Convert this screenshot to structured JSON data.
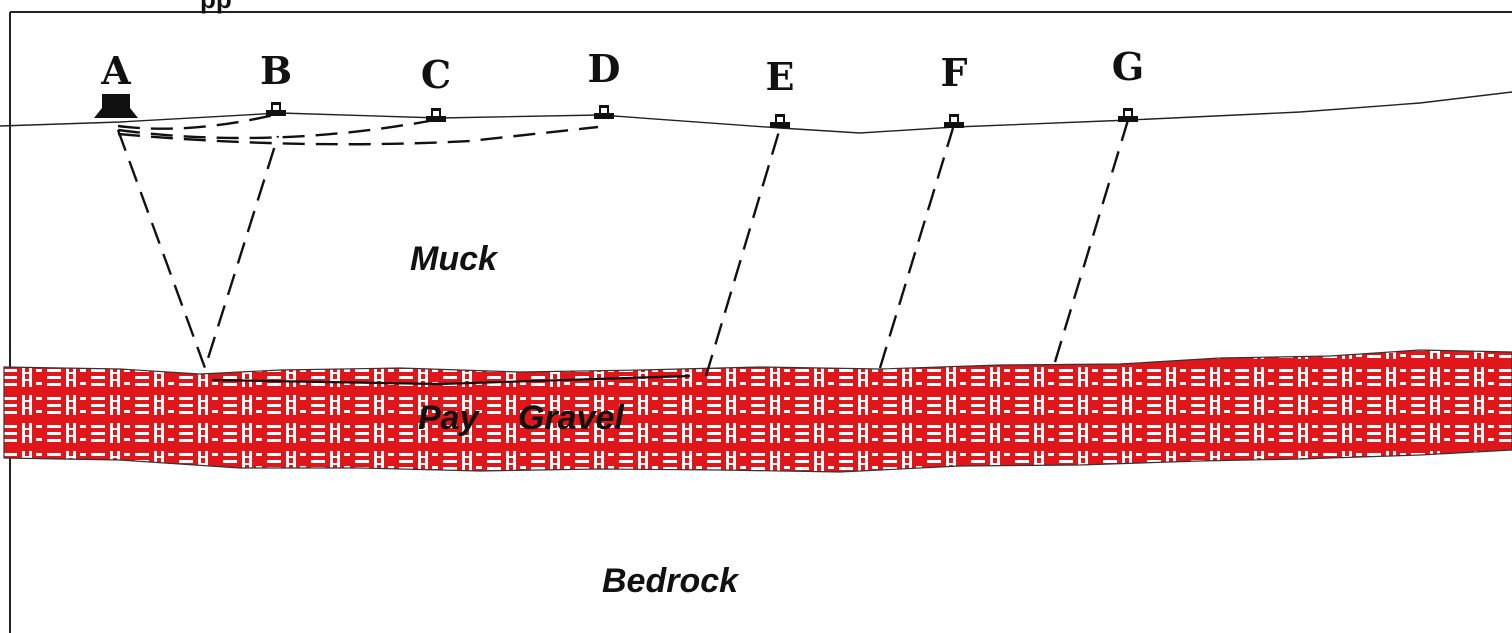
{
  "header_fragment": "pp",
  "stations": [
    {
      "id": "A",
      "label": "A",
      "kind": "source"
    },
    {
      "id": "B",
      "label": "B",
      "kind": "geophone"
    },
    {
      "id": "C",
      "label": "C",
      "kind": "geophone"
    },
    {
      "id": "D",
      "label": "D",
      "kind": "geophone"
    },
    {
      "id": "E",
      "label": "E",
      "kind": "geophone"
    },
    {
      "id": "F",
      "label": "F",
      "kind": "geophone"
    },
    {
      "id": "G",
      "label": "G",
      "kind": "geophone"
    }
  ],
  "layers": {
    "muck": "Muck",
    "pay_gravel_1": "Pay",
    "pay_gravel_2": "Gravel",
    "bedrock": "Bedrock"
  },
  "colors": {
    "gravel": "#e0161b",
    "ink": "#111111",
    "background": "#ffffff"
  }
}
